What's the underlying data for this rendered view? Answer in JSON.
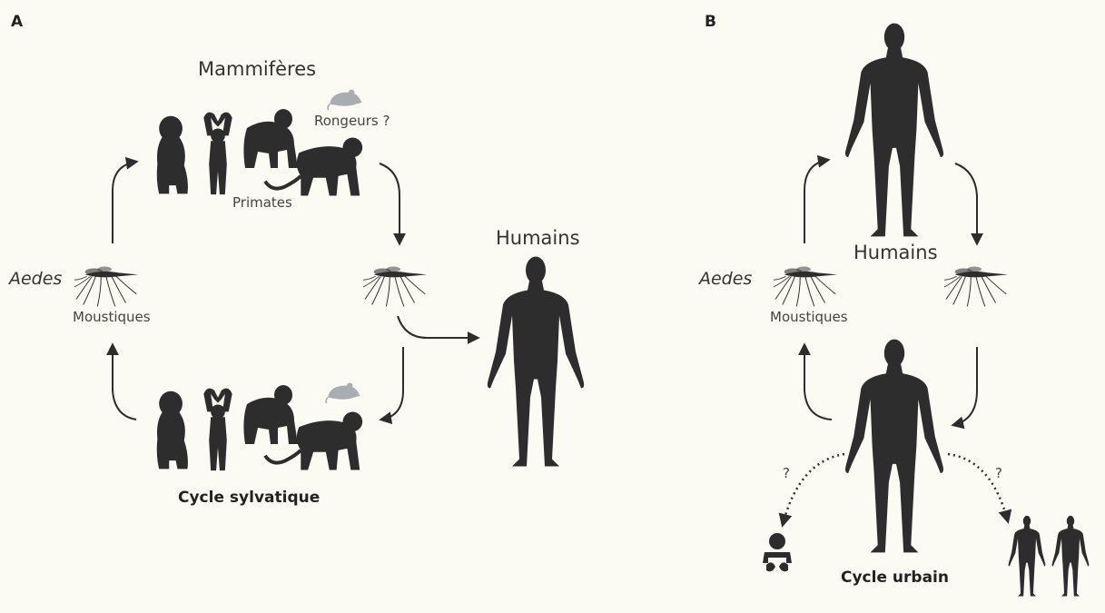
{
  "panel_a": {
    "label": "A",
    "mammals_title": "Mammifères",
    "rodents_label": "Rongeurs ?",
    "primates_label": "Primates",
    "aedes_label": "Aedes",
    "mosquitoes_label": "Moustiques",
    "humans_label": "Humains",
    "cycle_label": "Cycle sylvatique"
  },
  "panel_b": {
    "label": "B",
    "humans_label": "Humains",
    "aedes_label": "Aedes",
    "mosquitoes_label": "Moustiques",
    "cycle_label": "Cycle urbain",
    "question_left": "?",
    "question_right": "?"
  },
  "colors": {
    "silhouette": "#2d2d2d",
    "rodent": "#a7adb0",
    "background": "#fbfaf3"
  }
}
